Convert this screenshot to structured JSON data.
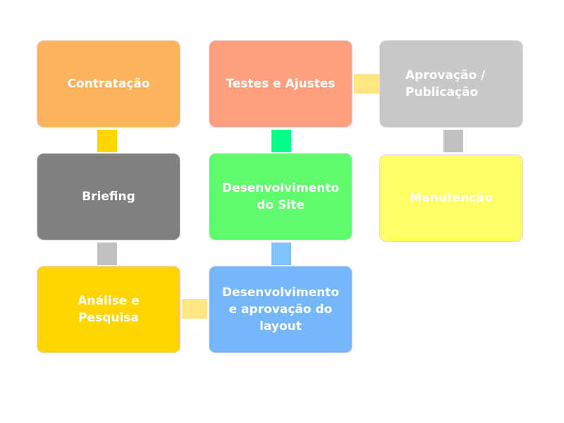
{
  "steps": [
    {
      "id": "contratacao",
      "label": "Contratação",
      "color": "#FCB35F"
    },
    {
      "id": "briefing",
      "label": "Briefing",
      "color": "#808080"
    },
    {
      "id": "analise",
      "label": "Análise e Pesquisa",
      "color": "#FFD400"
    },
    {
      "id": "desenvolvimento_layout",
      "label": "Desenvolvimento e aprovação do layout",
      "color": "#74B7FB"
    },
    {
      "id": "desenvolvimento_site",
      "label": "Desenvolvimento do Site",
      "color": "#5FFD6E"
    },
    {
      "id": "testes",
      "label": "Testes e Ajustes",
      "color": "#FE9F7E"
    },
    {
      "id": "aprovacao",
      "label": "Aprovação / Publicação",
      "color": "#C8C8C8"
    },
    {
      "id": "manutencao",
      "label": "Manutenção",
      "color": "#FFFF66"
    }
  ],
  "connectors": [
    {
      "from": "contratacao",
      "to": "briefing",
      "color": "#FFD700"
    },
    {
      "from": "briefing",
      "to": "analise",
      "color": "#C0C0C0"
    },
    {
      "from": "analise",
      "to": "desenvolvimento_layout",
      "color": "#FFE680"
    },
    {
      "from": "desenvolvimento_layout",
      "to": "desenvolvimento_site",
      "color": "#80C4FF"
    },
    {
      "from": "desenvolvimento_site",
      "to": "testes",
      "color": "#00FF88"
    },
    {
      "from": "testes",
      "to": "aprovacao",
      "color": "#FFE680"
    },
    {
      "from": "aprovacao",
      "to": "manutencao",
      "color": "#C0C0C0"
    }
  ]
}
